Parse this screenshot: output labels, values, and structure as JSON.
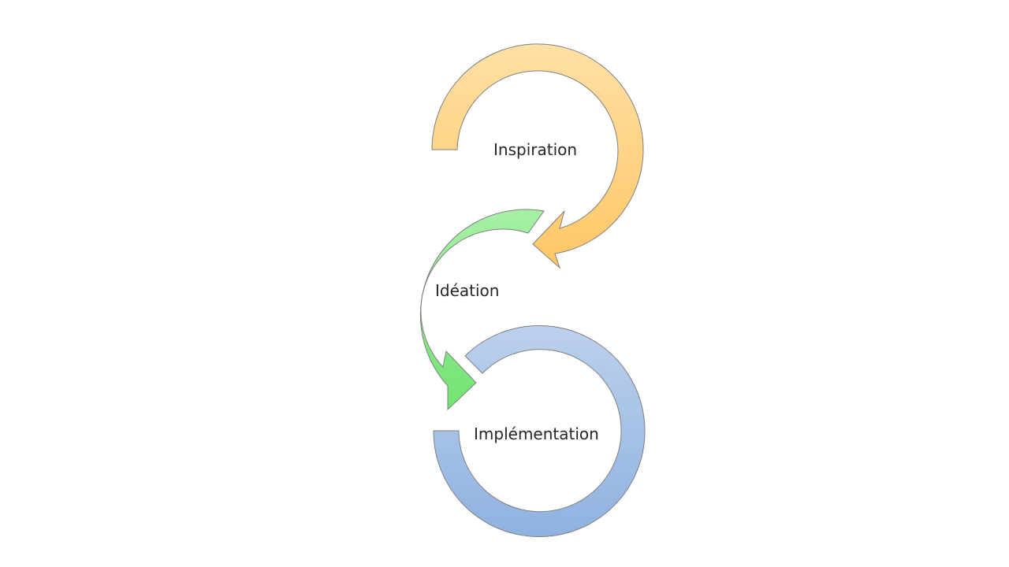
{
  "diagram": {
    "stages": [
      {
        "label": "Inspiration",
        "color": "#ffd17f"
      },
      {
        "label": "Idéation",
        "color": "#90ee90"
      },
      {
        "label": "Implémentation",
        "color": "#a4bfe4"
      }
    ]
  }
}
